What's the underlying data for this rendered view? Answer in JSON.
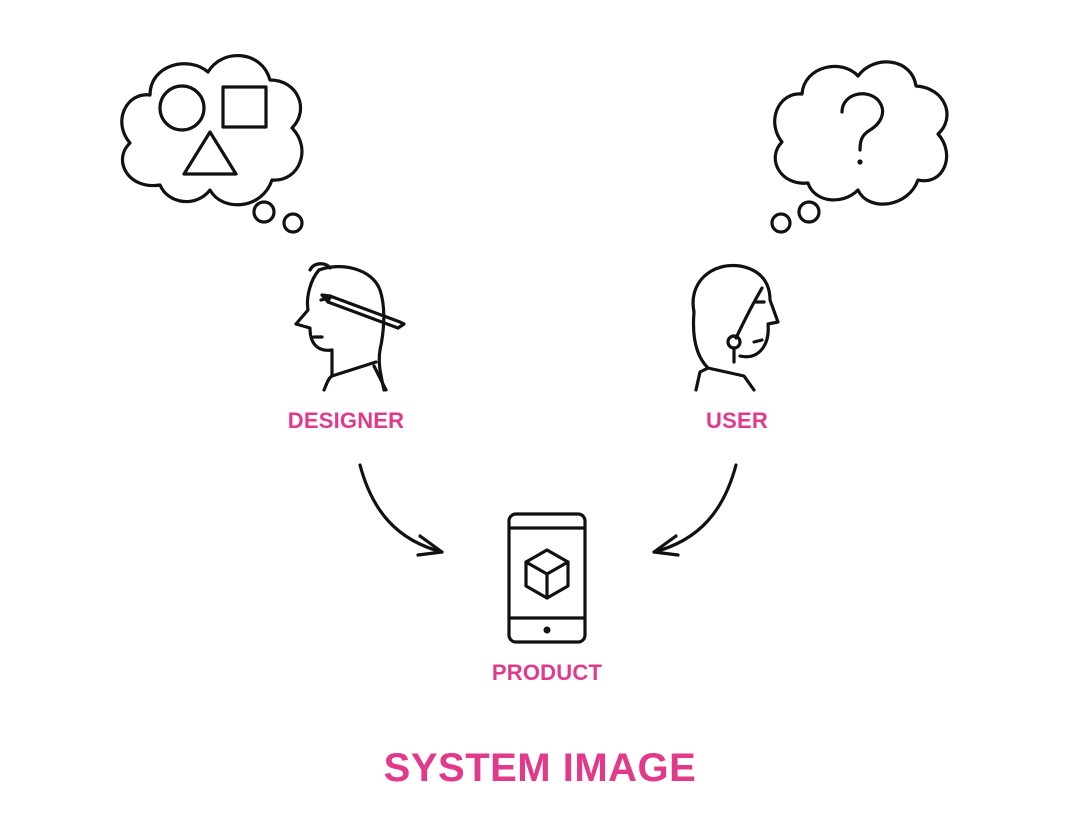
{
  "labels": {
    "designer": "DESIGNER",
    "user": "USER",
    "product": "PRODUCT",
    "title": "SYSTEM IMAGE"
  },
  "icons": {
    "designer_thought": "thought-cloud-shapes-icon",
    "user_thought": "thought-cloud-question-icon",
    "designer": "designer-with-pencil-icon",
    "user": "user-with-headset-icon",
    "product": "smartphone-cube-icon",
    "arrows": "curved-arrow-icon"
  },
  "colors": {
    "accent": "#e23a8b",
    "line": "#111111",
    "background": "#ffffff"
  }
}
